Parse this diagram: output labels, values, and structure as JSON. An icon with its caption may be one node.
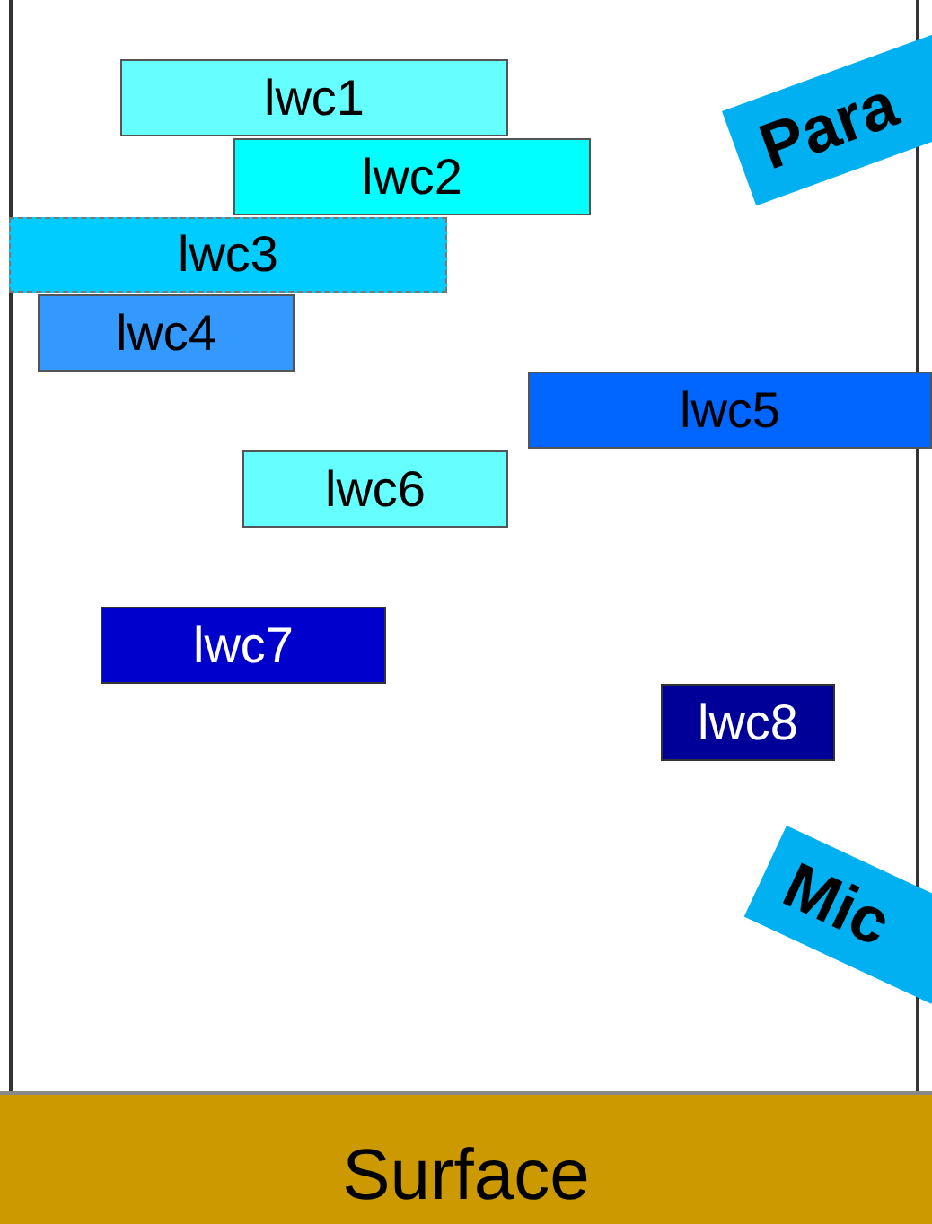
{
  "diagram": {
    "nodes": [
      {
        "text": [
          "lwc1"
        ]
      },
      {
        "text": [
          "Para"
        ]
      },
      {
        "text": [
          "lwc2"
        ]
      },
      {
        "text": [
          "lwc3"
        ]
      },
      {
        "text": [
          "lwc4"
        ]
      },
      {
        "text": [
          "lwc5"
        ]
      },
      {
        "text": [
          "lwc6"
        ]
      },
      {
        "text": [
          "lwc7"
        ]
      },
      {
        "text": [
          "lwc8"
        ]
      },
      {
        "text": [
          "Mic"
        ]
      },
      {
        "text": [
          "Surface"
        ]
      }
    ]
  }
}
